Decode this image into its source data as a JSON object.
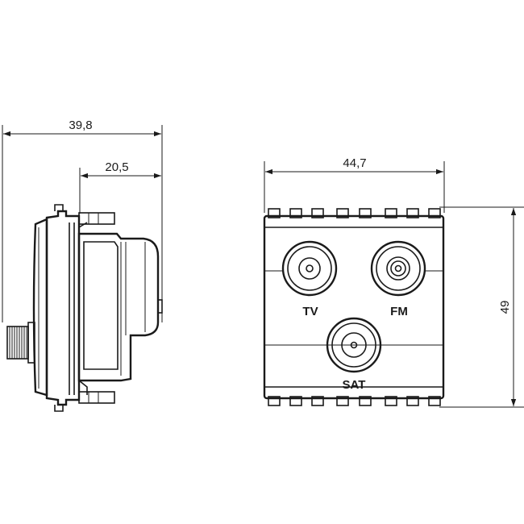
{
  "dimensions": {
    "side_total_depth": "39,8",
    "side_body_depth": "20,5",
    "front_width": "44,7",
    "front_height": "49"
  },
  "ports": {
    "tv": "TV",
    "fm": "FM",
    "sat": "SAT"
  },
  "colors": {
    "line": "#1a1a1a",
    "background": "#ffffff"
  }
}
